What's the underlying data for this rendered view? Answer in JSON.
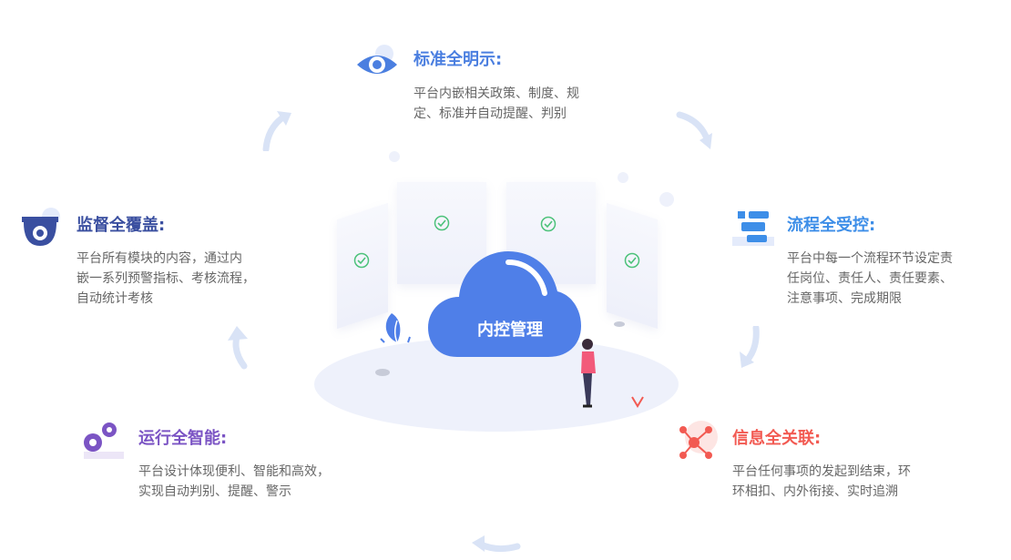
{
  "center": {
    "label": "内控管理"
  },
  "features": {
    "top": {
      "title": "标准全明示:",
      "desc1": "平台内嵌相关政策、制度、规",
      "desc2": "定、标准并自动提醒、判别",
      "icon": "eye-icon",
      "color": "#4b7fe0"
    },
    "left": {
      "title": "监督全覆盖:",
      "desc1": "平台所有模块的内容，通过内",
      "desc2": "嵌一系列预警指标、考核流程，",
      "desc3": "自动统计考核",
      "icon": "camera-icon",
      "color": "#3a4fa0"
    },
    "right": {
      "title": "流程全受控:",
      "desc1": "平台中每一个流程环节设定责",
      "desc2": "任岗位、责任人、责任要素、",
      "desc3": "注意事项、完成期限",
      "icon": "flow-icon",
      "color": "#3d8ee8"
    },
    "bottom_left": {
      "title": "运行全智能:",
      "desc1": "平台设计体现便利、智能和高效，",
      "desc2": "实现自动判别、提醒、警示",
      "icon": "gears-icon",
      "color": "#7b54c4"
    },
    "bottom_right": {
      "title": "信息全关联:",
      "desc1": "平台任何事项的发起到结束，环",
      "desc2": "环相扣、内外衔接、实时追溯",
      "icon": "network-icon",
      "color": "#f25a52"
    }
  }
}
